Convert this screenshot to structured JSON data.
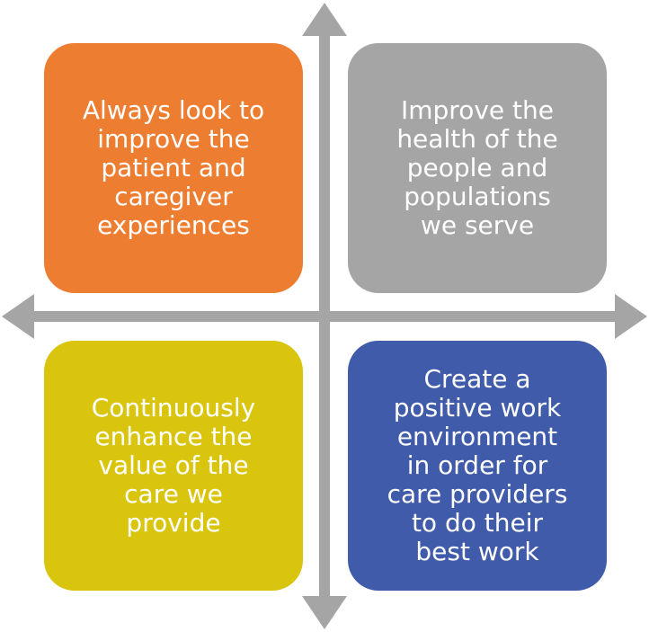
{
  "quadrants": {
    "top_left": {
      "text": "Always look to\nimprove the\npatient and\ncaregiver\nexperiences",
      "color": "#ED7D31"
    },
    "top_right": {
      "text": "Improve the\nhealth of the\npeople and\npopulations\nwe serve",
      "color": "#A5A5A5"
    },
    "bottom_left": {
      "text": "Continuously\nenhance the\nvalue of the\ncare we\nprovide",
      "color": "#DAC50E"
    },
    "bottom_right": {
      "text": "Create a\npositive work\nenvironment\nin order for\ncare providers\nto do their\nbest work",
      "color": "#3F5BA9"
    }
  },
  "arrow_color": "#A5A5A5"
}
